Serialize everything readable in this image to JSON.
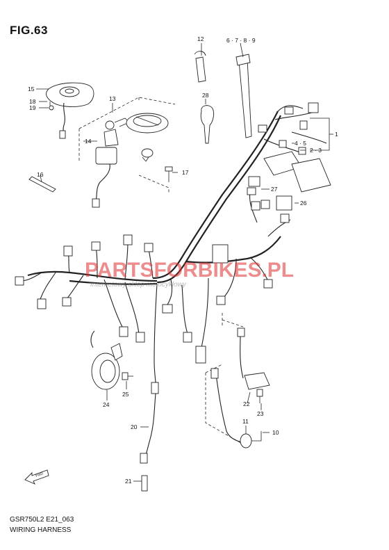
{
  "figure": {
    "title": "FIG.63",
    "code": "GSR750L2 E21_063",
    "caption": "WIRING HARNESS"
  },
  "watermark": {
    "logo": "PARTSFORBIKES.PL",
    "tagline": "Internetowy sklep motocyklowy"
  },
  "callouts": {
    "c1": "1",
    "c2_3": "2 · 3",
    "c4_5": "4 · 5",
    "c6_9": "6 · 7 · 8 · 9",
    "c10": "10",
    "c11": "11",
    "c12": "12",
    "c13": "13",
    "c14": "14",
    "c15": "15",
    "c16": "16",
    "c17": "17",
    "c18": "18",
    "c19": "19",
    "c20": "20",
    "c21": "21",
    "c22": "22",
    "c23": "23",
    "c24": "24",
    "c25": "25",
    "c26": "26",
    "c27": "27",
    "c28": "28"
  },
  "fwd_label": "FWD",
  "colors": {
    "line": "#222222",
    "watermark": "#e03030"
  }
}
